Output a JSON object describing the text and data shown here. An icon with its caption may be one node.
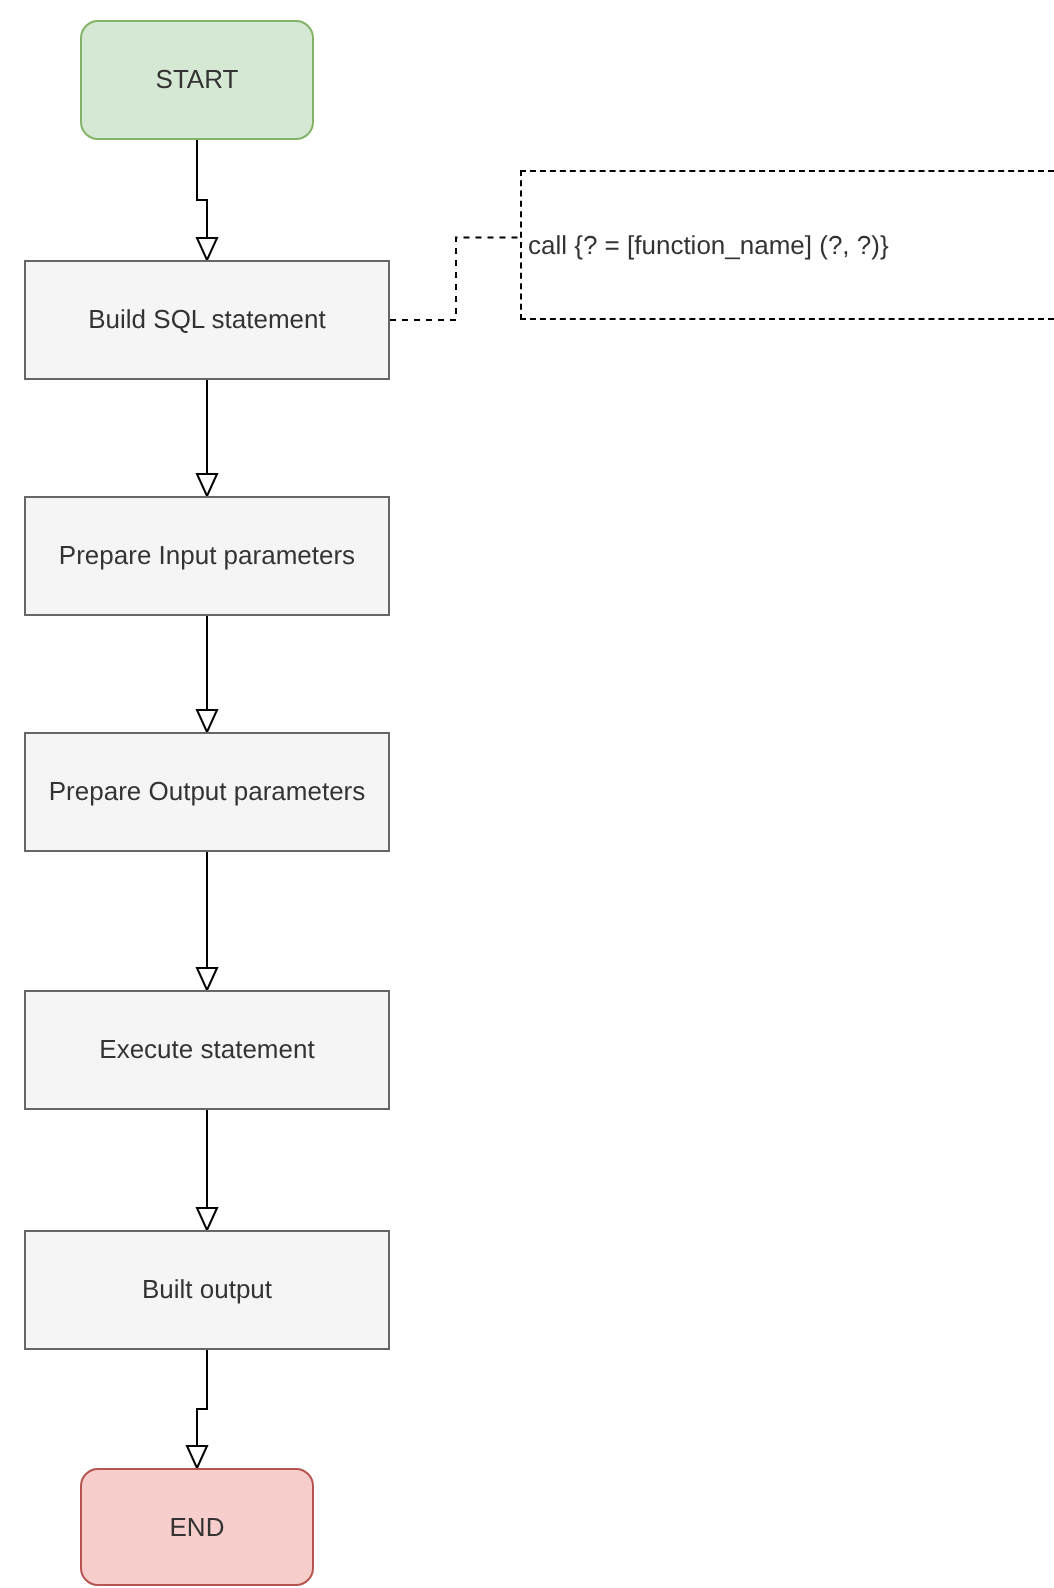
{
  "diagram": {
    "nodes": [
      {
        "text": [
          "START"
        ]
      },
      {
        "text": [
          "Build SQL statement"
        ]
      },
      {
        "text": [
          "Prepare Input parameters"
        ]
      },
      {
        "text": [
          "Prepare Output parameters"
        ]
      },
      {
        "text": [
          "Execute statement"
        ]
      },
      {
        "text": [
          "Built output"
        ]
      },
      {
        "text": [
          "END"
        ]
      },
      {
        "text": [
          "call {? = [function_name] (?, ?)}"
        ]
      }
    ],
    "edges": [
      {
        "from": 0,
        "to": 1,
        "arrow": "to"
      },
      {
        "from": 1,
        "to": 2,
        "arrow": "to"
      },
      {
        "from": 2,
        "to": 3,
        "arrow": "to"
      },
      {
        "from": 3,
        "to": 4,
        "arrow": "to"
      },
      {
        "from": 4,
        "to": 5,
        "arrow": "to"
      },
      {
        "from": 5,
        "to": 6,
        "arrow": "to"
      },
      {
        "from": 1,
        "to": 7,
        "arrow": "none",
        "style": "dashed"
      }
    ]
  }
}
